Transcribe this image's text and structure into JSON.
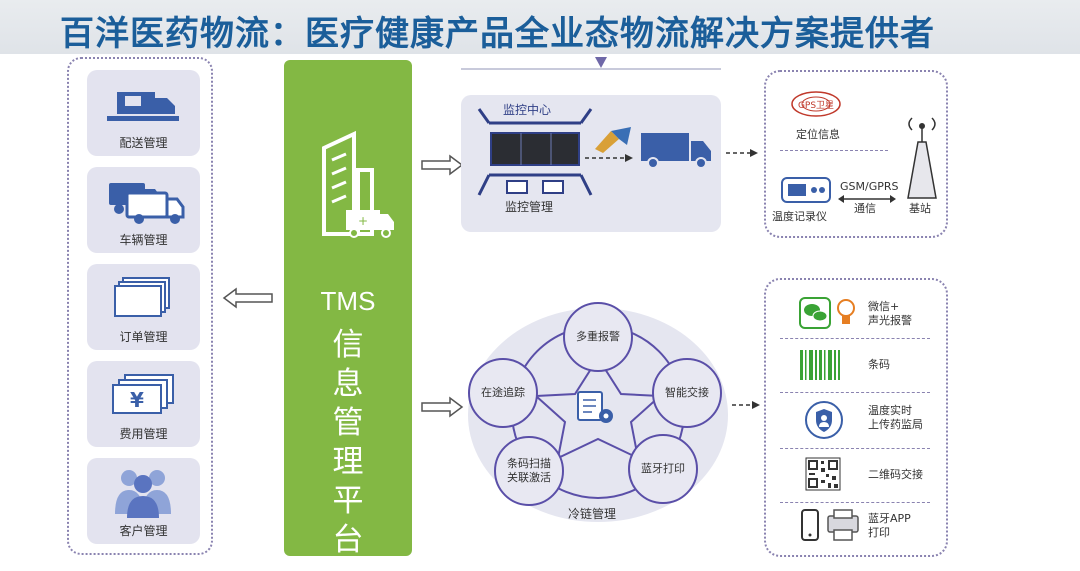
{
  "title": "百洋医药物流：医疗健康产品全业态物流解决方案提供者",
  "left_modules": [
    {
      "label": "配送管理",
      "icon": "delivery-truck-icon"
    },
    {
      "label": "车辆管理",
      "icon": "vehicles-icon"
    },
    {
      "label": "订单管理",
      "icon": "order-cards-icon"
    },
    {
      "label": "费用管理",
      "icon": "yen-bills-icon"
    },
    {
      "label": "客户管理",
      "icon": "customers-icon"
    }
  ],
  "tms": {
    "title": "TMS",
    "subtitle": "信息管理平台"
  },
  "monitoring": {
    "center_label": "监控中心",
    "management_label": "监控管理"
  },
  "gps": {
    "badge": "GPS卫星",
    "location_label": "定位信息",
    "network_label": "GSM/GPRS",
    "comm_label": "通信",
    "recorder_label": "温度记录仪",
    "station_label": "基站"
  },
  "cold_chain": {
    "label": "冷链管理",
    "nodes": [
      "多重报警",
      "智能交接",
      "蓝牙打印",
      "条码扫描\n关联激活",
      "在途追踪"
    ]
  },
  "right_features": [
    {
      "label": "微信+\n声光报警",
      "icon": "wechat-alarm-icon"
    },
    {
      "label": "条码",
      "icon": "barcode-icon"
    },
    {
      "label": "温度实时\n上传药监局",
      "icon": "shield-user-icon"
    },
    {
      "label": "二维码交接",
      "icon": "qrcode-icon"
    },
    {
      "label": "蓝牙APP\n打印",
      "icon": "phone-printer-icon"
    }
  ],
  "colors": {
    "title": "#1b5e9a",
    "green": "#83b844",
    "purple": "#5a4fa8",
    "icon_blue": "#3a5fa8"
  }
}
